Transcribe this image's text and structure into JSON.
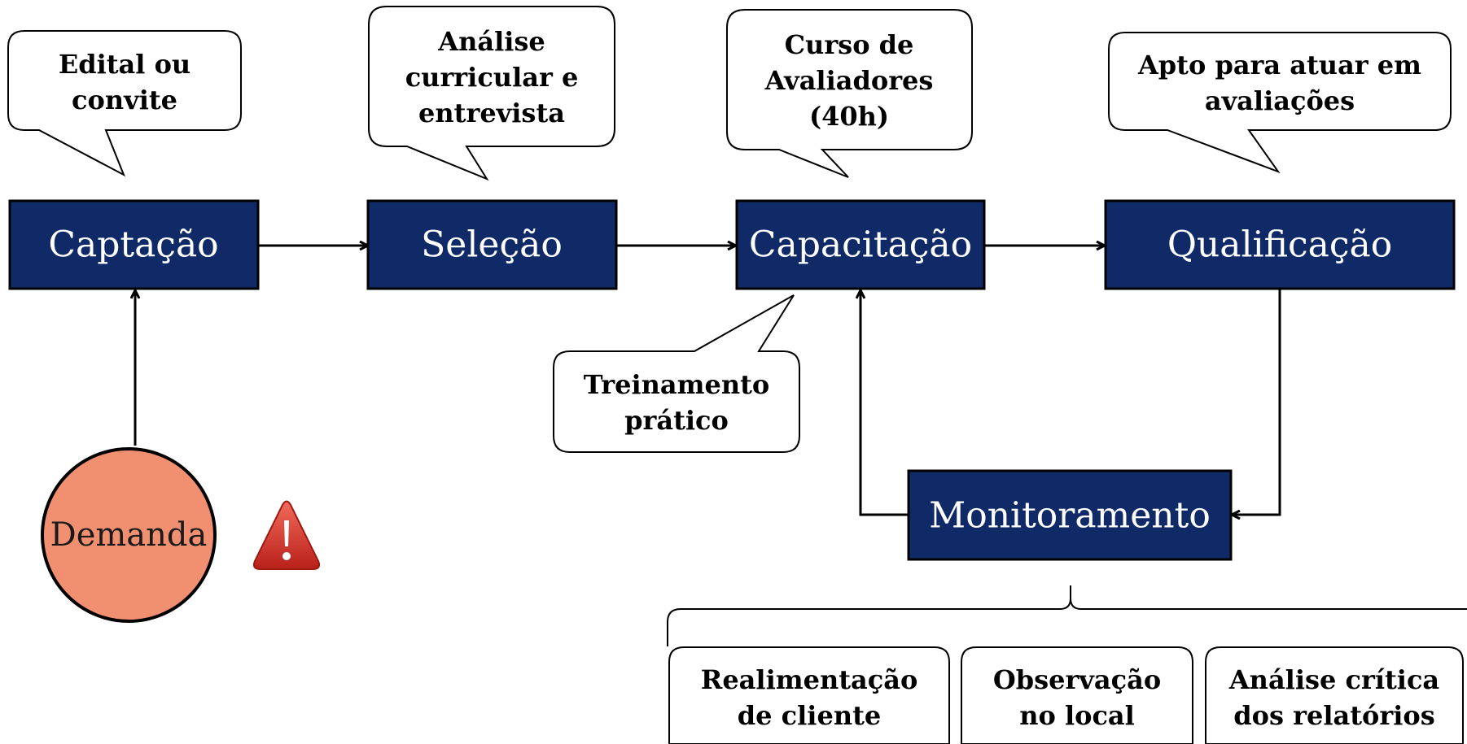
{
  "process_steps": {
    "captacao": "Captação",
    "selecao": "Seleção",
    "capacitacao": "Capacitação",
    "qualificacao": "Qualificação",
    "monitoramento": "Monitoramento"
  },
  "demand": {
    "label": "Demanda"
  },
  "callouts": {
    "edital": [
      "Edital ou",
      "convite"
    ],
    "analise": [
      "Análise",
      "curricular e",
      "entrevista"
    ],
    "curso": [
      "Curso de",
      "Avaliadores",
      "(40h)"
    ],
    "apto": [
      "Apto para atuar em",
      "avaliações"
    ],
    "treinamento": [
      "Treinamento",
      "prático"
    ]
  },
  "monitoring_items": {
    "realimentacao": [
      "Realimentação",
      "de cliente"
    ],
    "observacao": [
      "Observação",
      "no local"
    ],
    "analise_critica": [
      "Análise crítica",
      "dos relatórios"
    ]
  },
  "colors": {
    "process_fill": "#0f2a66",
    "demand_fill": "#f09070",
    "warning_fill": "#d8342a",
    "line": "#000000"
  },
  "icons": {
    "warning": "warning-icon"
  }
}
